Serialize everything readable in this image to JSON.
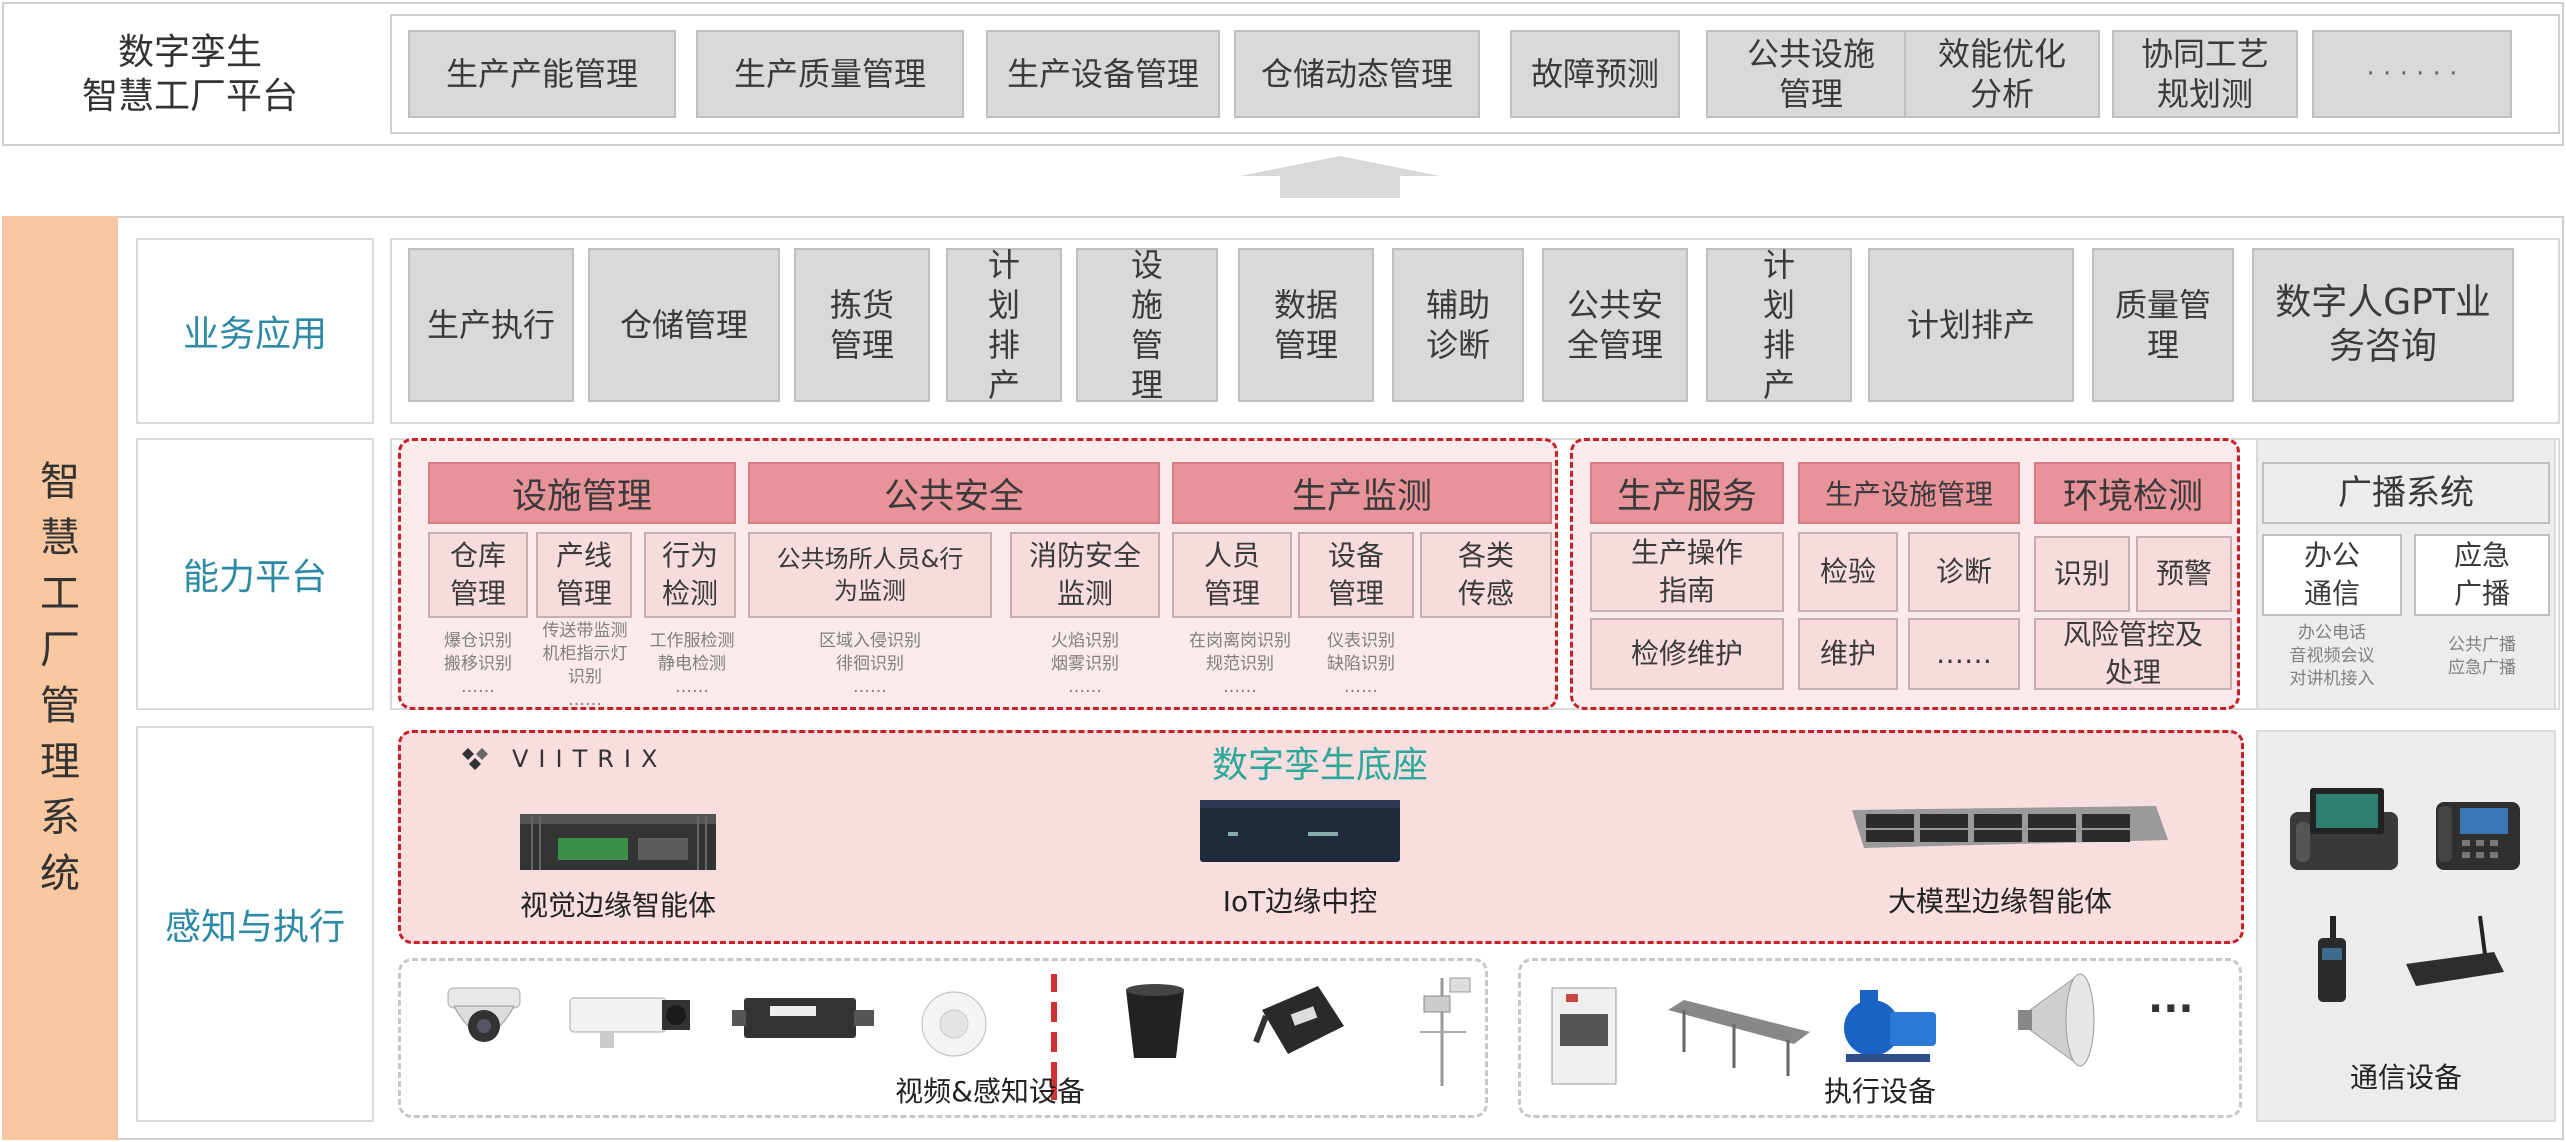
{
  "top": {
    "title_line1": "数字孪生",
    "title_line2": "智慧工厂平台",
    "modules": [
      "生产产能管理",
      "生产质量管理",
      "生产设备管理",
      "仓储动态管理",
      "故障预测",
      "公共设施管理",
      "效能优化分析",
      "协同工艺规划测",
      "· · · · · ·"
    ]
  },
  "side_title": "智慧工厂管理系统",
  "layers": {
    "business": "业务应用",
    "capability": "能力平台",
    "perception": "感知与执行"
  },
  "business_apps": [
    "生产执行",
    "仓储管理",
    "拣货管理",
    "计划排产",
    "设施管理",
    "数据管理",
    "辅助诊断",
    "公共安全管理",
    "计划排产",
    "计划排产",
    "质量管理",
    "数字人GPT业务咨询"
  ],
  "capability": {
    "groups": {
      "facility": {
        "title": "设施管理",
        "items": [
          "仓库管理",
          "产线管理",
          "行为检测"
        ],
        "notes": [
          [
            "爆仓识别",
            "搬移识别",
            "……"
          ],
          [
            "传送带监测",
            "机柜指示灯",
            "识别",
            "……"
          ],
          [
            "工作服检测",
            "静电检测",
            "……"
          ]
        ]
      },
      "security": {
        "title": "公共安全",
        "items": [
          "公共场所人员&行为监测",
          "消防安全监测"
        ],
        "notes": [
          [
            "区域入侵识别",
            "徘徊识别",
            "……"
          ],
          [
            "火焰识别",
            "烟雾识别",
            "……"
          ]
        ]
      },
      "monitor": {
        "title": "生产监测",
        "items": [
          "人员管理",
          "设备管理",
          "各类传感"
        ],
        "notes": [
          [
            "在岗离岗识别",
            "规范识别",
            "……"
          ],
          [
            "仪表识别",
            "缺陷识别",
            "……"
          ]
        ]
      },
      "service": {
        "title": "生产服务",
        "items": [
          "生产操作指南",
          "检修维护"
        ]
      },
      "equipment": {
        "title": "生产设施管理",
        "items": [
          "检验",
          "诊断",
          "维护",
          "……"
        ]
      },
      "env": {
        "title": "环境检测",
        "items": [
          "识别",
          "预警",
          "风险管控及处理"
        ]
      },
      "broadcast": {
        "title": "广播系统",
        "items": [
          "办公通信",
          "应急广播"
        ],
        "notes": [
          [
            "办公电话",
            "音视频会议",
            "对讲机接入"
          ],
          [
            "公共广播",
            "应急广播"
          ]
        ]
      }
    }
  },
  "base": {
    "brand": "VIITRIX",
    "title": "数字孪生底座",
    "devices": [
      "视觉边缘智能体",
      "IoT边缘中控",
      "大模型边缘智能体"
    ]
  },
  "sensing": {
    "label": "视频&感知设备"
  },
  "actuation": {
    "label": "执行设备",
    "more": "···"
  },
  "comm": {
    "label": "通信设备"
  },
  "colors": {
    "accent": "#2d8aa6",
    "pink": "#e8929a",
    "sidebar": "#f9c8a0",
    "dashed": "#c8202a"
  }
}
